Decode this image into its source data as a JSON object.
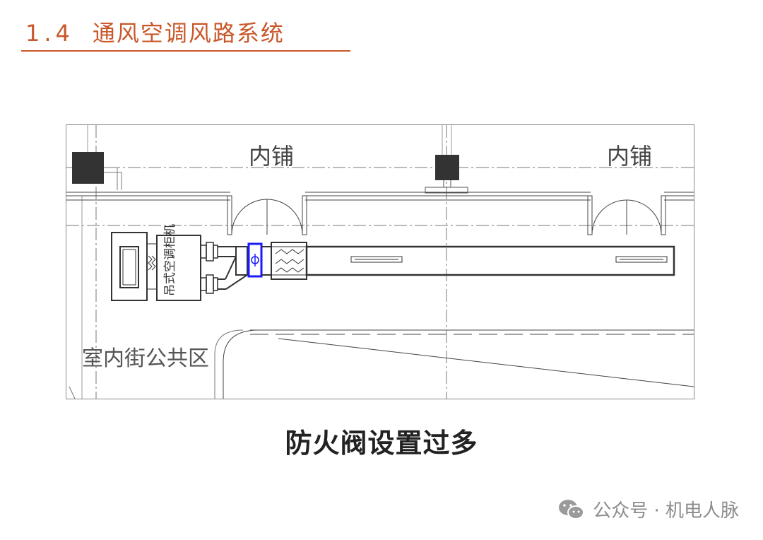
{
  "header": {
    "section_number": "1.4",
    "section_title": "通风空调风路系统",
    "accent_color": "#c8582a"
  },
  "drawing": {
    "labels": {
      "shop_left": "内铺",
      "shop_right": "内铺",
      "ac_unit": "吊式空调柜机",
      "public_area": "室内街公共区"
    },
    "colors": {
      "lines": "#333333",
      "fire_damper": "#1a1aff"
    }
  },
  "caption": "防火阀设置过多",
  "watermark": {
    "text": "公众号 · 机电人脉",
    "icon": "wechat-icon"
  }
}
